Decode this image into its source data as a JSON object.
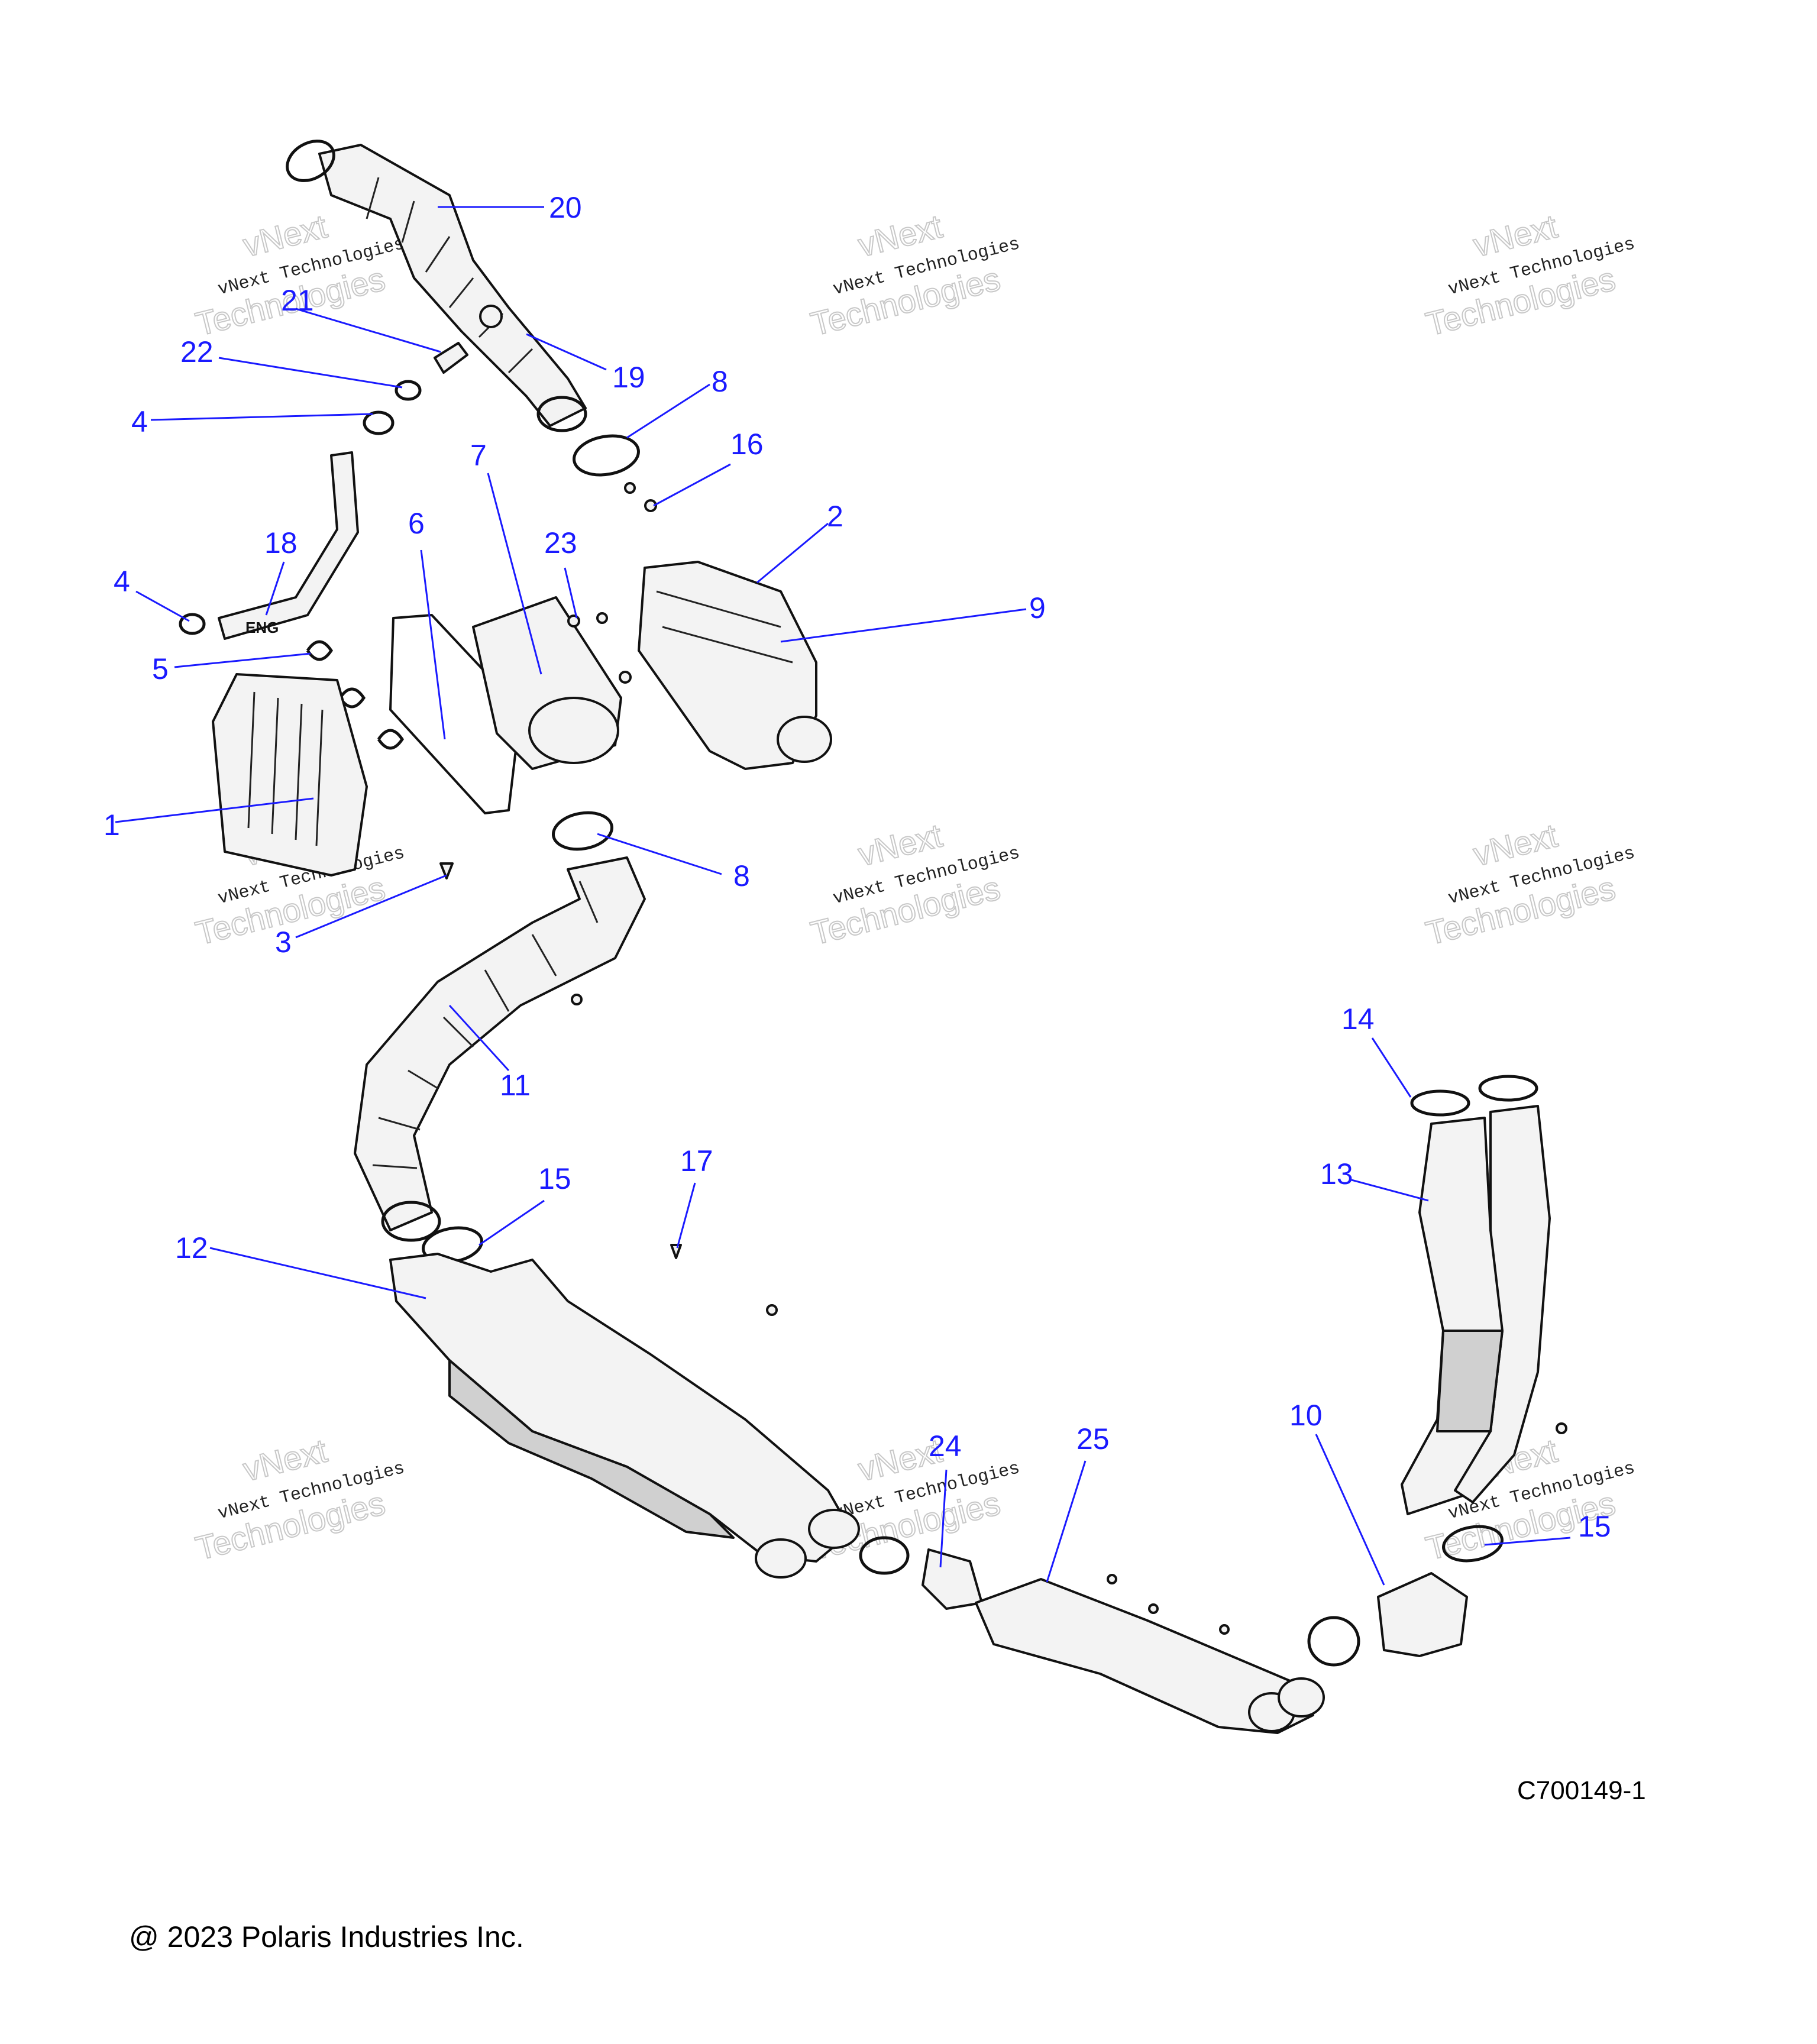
{
  "callouts": [
    {
      "label": "1"
    },
    {
      "label": "2"
    },
    {
      "label": "3"
    },
    {
      "label": "4"
    },
    {
      "label": "4"
    },
    {
      "label": "5"
    },
    {
      "label": "6"
    },
    {
      "label": "7"
    },
    {
      "label": "8"
    },
    {
      "label": "8"
    },
    {
      "label": "9"
    },
    {
      "label": "10"
    },
    {
      "label": "11"
    },
    {
      "label": "12"
    },
    {
      "label": "13"
    },
    {
      "label": "14"
    },
    {
      "label": "15"
    },
    {
      "label": "15"
    },
    {
      "label": "16"
    },
    {
      "label": "17"
    },
    {
      "label": "18"
    },
    {
      "label": "19"
    },
    {
      "label": "20"
    },
    {
      "label": "21"
    },
    {
      "label": "22"
    },
    {
      "label": "23"
    },
    {
      "label": "24"
    },
    {
      "label": "25"
    }
  ],
  "watermark": {
    "line1": "vNext",
    "line2": "vNext Technologies",
    "line3": "Technologies"
  },
  "hose_marking": "ENG",
  "diagram_code": "C700149-1",
  "copyright": "@ 2023 Polaris Industries Inc.",
  "colors": {
    "callout": "#1a1aff",
    "line_art": "#111111",
    "shade": "#d0d0d0"
  }
}
